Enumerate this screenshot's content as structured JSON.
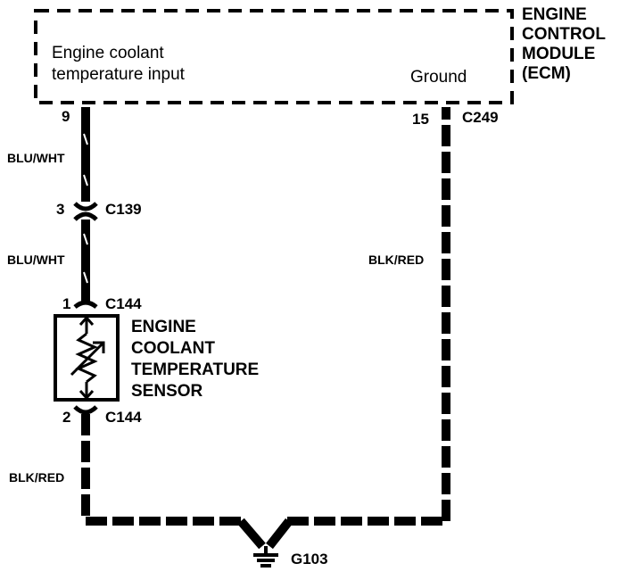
{
  "ecm": {
    "name_lines": [
      "ENGINE",
      "CONTROL",
      "MODULE",
      "(ECM)"
    ],
    "input_lines": [
      "Engine coolant",
      "temperature input"
    ],
    "ground_label": "Ground"
  },
  "left_circuit": {
    "ecm_pin": "9",
    "wire_top": "BLU/WHT",
    "c139_pin": "3",
    "c139_name": "C139",
    "wire_mid": "BLU/WHT",
    "sensor_pin_top": "1",
    "sensor_conn_top": "C144",
    "sensor_pin_bottom": "2",
    "sensor_conn_bottom": "C144",
    "wire_bottom": "BLK/RED"
  },
  "right_circuit": {
    "ecm_pin": "15",
    "connector": "C249",
    "wire": "BLK/RED"
  },
  "sensor": {
    "name_lines": [
      "ENGINE",
      "COOLANT",
      "TEMPERATURE",
      "SENSOR"
    ]
  },
  "ground": {
    "name": "G103",
    "icon": "ground-icon"
  }
}
